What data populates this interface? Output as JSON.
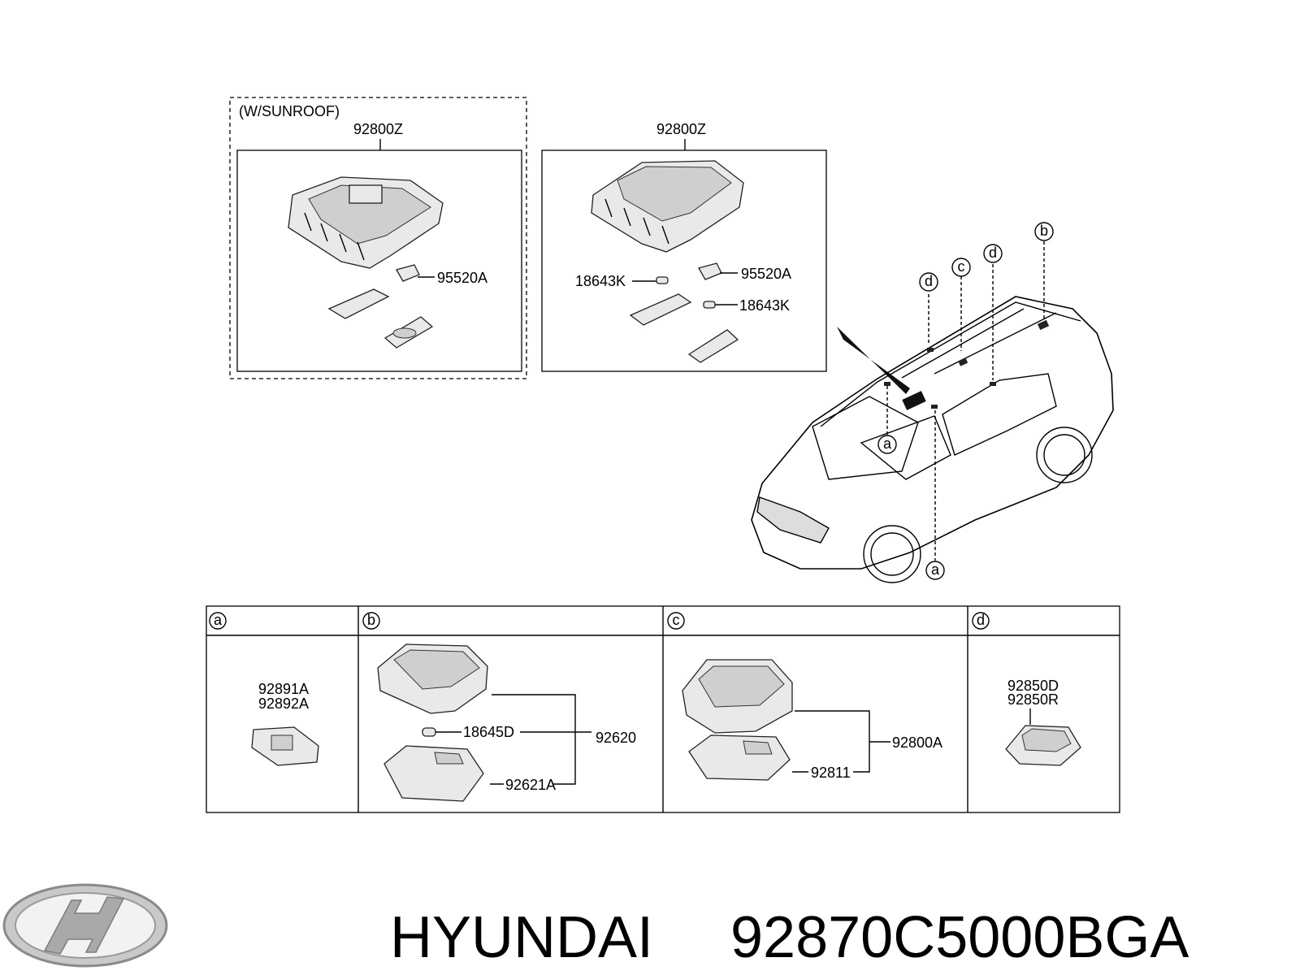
{
  "sunroof_panel": {
    "title": "(W/SUNROOF)",
    "part_top": "92800Z",
    "part_switch": "95520A"
  },
  "standard_panel": {
    "part_top": "92800Z",
    "part_switch": "95520A",
    "bulb_left": "18643K",
    "bulb_right": "18643K"
  },
  "vehicle": {
    "callouts": [
      "d",
      "c",
      "d",
      "b",
      "a",
      "a"
    ]
  },
  "table": {
    "headers": [
      "a",
      "b",
      "c",
      "d"
    ],
    "a": {
      "part1": "92891A",
      "part2": "92892A"
    },
    "b": {
      "bulb": "18645D",
      "assembly": "92620",
      "lens": "92621A"
    },
    "c": {
      "assembly": "92800A",
      "lens": "92811"
    },
    "d": {
      "part1": "92850D",
      "part2": "92850R"
    }
  },
  "footer": {
    "brand": "HYUNDAI",
    "part_number": "92870C5000BGA"
  }
}
